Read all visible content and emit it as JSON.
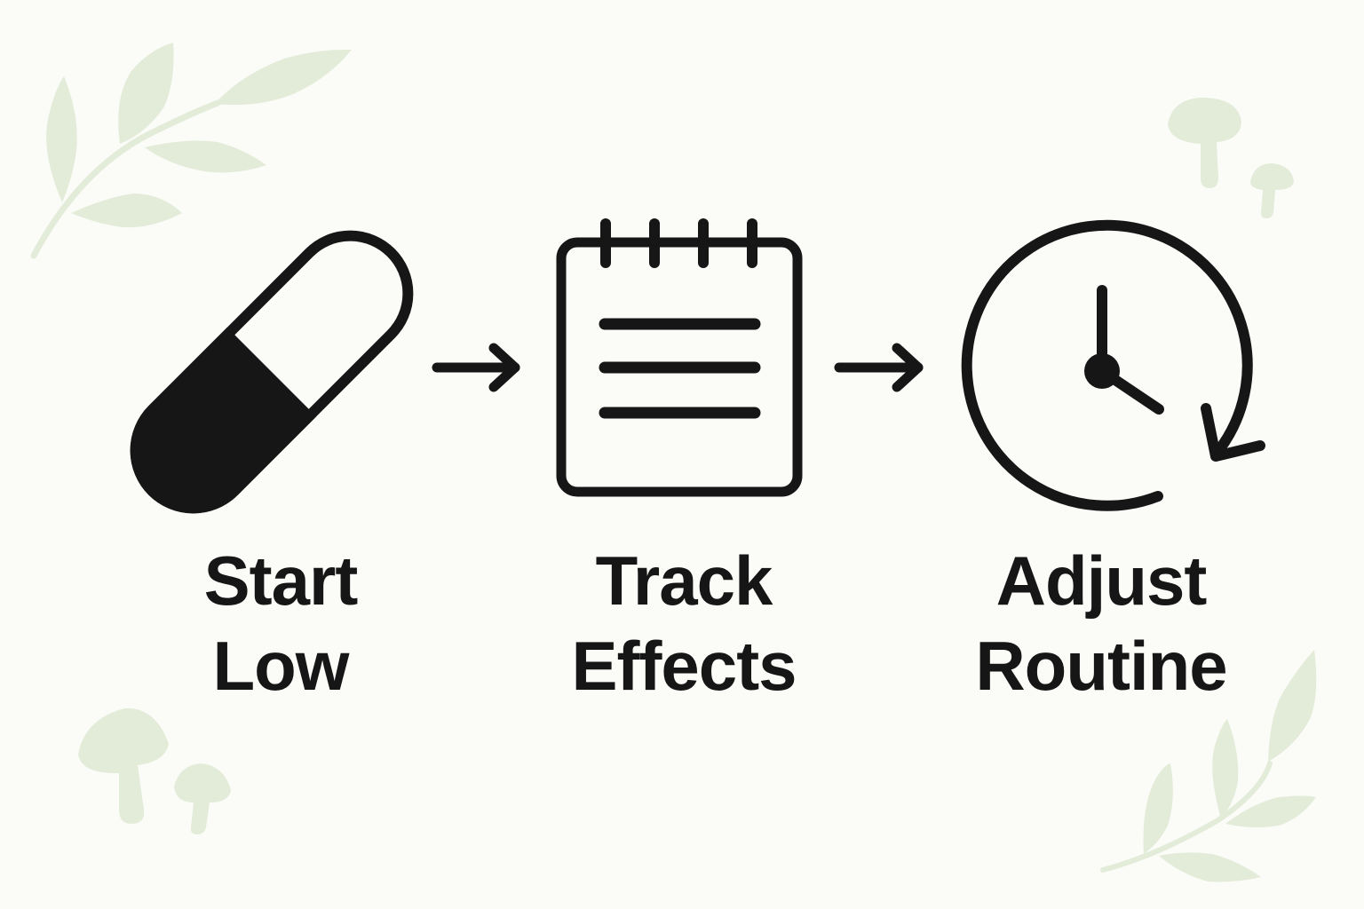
{
  "diagram": {
    "type": "process-flow",
    "background_color": "#fbfbf8",
    "ink_color": "#161616",
    "decor_color": "#e3ecd9",
    "steps": [
      {
        "icon": "capsule-pill-icon",
        "line1": "Start",
        "line2": "Low"
      },
      {
        "icon": "notepad-icon",
        "line1": "Track",
        "line2": "Effects"
      },
      {
        "icon": "clock-cycle-icon",
        "line1": "Adjust",
        "line2": "Routine"
      }
    ],
    "connectors": [
      "arrow-right-icon",
      "arrow-right-icon"
    ],
    "decorations": [
      "leaf-branch-icon",
      "mushroom-icon",
      "mushroom-icon",
      "leaf-branch-icon"
    ]
  }
}
